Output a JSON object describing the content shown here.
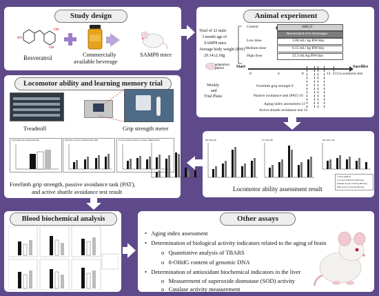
{
  "study_design": {
    "title": "Study design",
    "resveratrol_label": "Resveratrol",
    "beverage_label_1": "Commercially",
    "beverage_label_2": "available beverage",
    "mice_label": "SAMP8 mice"
  },
  "animal_design": {
    "title": "Animal experiment design",
    "total_1": "Total of 32 male",
    "total_2": "3 month age of",
    "total_3": "SAMP8 mice",
    "total_4": "Average body weight (BW)",
    "total_5": "29.14±2.18g",
    "groups": [
      {
        "name": "Control",
        "dose": "ddH₂O"
      },
      {
        "name": "",
        "dose": "Resveratrol-rich beverages"
      },
      {
        "name": "Low dose",
        "dose": "3.08 mL/ kg BW/day"
      },
      {
        "name": "Medium dose",
        "dose": "6.15 mL/ kg BW/day"
      },
      {
        "name": "High dose",
        "dose": "12.3 mL/kg BW/day"
      }
    ],
    "adaptation": "adaptation period",
    "start": "Start",
    "sacrifice": "Sacrifice",
    "ticks": [
      "0",
      "4",
      "8",
      "12"
    ],
    "locomotor_test": "13 Locomotor test",
    "weekly_1": "Weekly",
    "weekly_2": "and",
    "weekly_3": "Trial Plans",
    "events": [
      "Forelimb grip strength 8",
      "Passive avoidance task (PAT) 10",
      "Aging index assessment 11",
      "Active shuttle avoidance test 12"
    ]
  },
  "locomotor": {
    "title": "Locomotor ability and learning memory trial",
    "treadmill": "Treadmill",
    "grip": "Grip strength meter",
    "caption_1": "Forelimb grip strength, passive avoidance task (PAT),",
    "caption_2": "and active shuttle avoidance test result",
    "chart_a": "(A) Forelimb grip strength (Week 8th)",
    "chart_b": "(B) Passive avoidance task (PAT) (Week 10th)",
    "chart_c": "(C) Active shuttle avoidance test (Week 12th)"
  },
  "assessment": {
    "caption": "Locomotor ability assessment result",
    "chart_a": "(A) Week 0",
    "chart_b": "(B) Week 4th",
    "chart_c": "(C) Week 8th",
    "chart_d": "(D) Week 13th",
    "legend": [
      "Control (ddH₂O)",
      "Low dose (3.08 mL/kg BW/day)",
      "Medium dose (6.15 mL/kg BW/day)",
      "High dose (12.3 mL/kg BW/day)"
    ]
  },
  "blood": {
    "title": "Blood biochemical analysis"
  },
  "other": {
    "title": "Other assays",
    "items": [
      "Aging index assessment",
      "Determination of biological activity indicators related to the aging of brain",
      "Quantitative analysis of TBARS",
      "8-OHdG content of genomic DNA",
      "Determination of  antioxidant biochemical indicators in the liver",
      "Measurement of superoxide dismutase (SOD) activity",
      "Catalase activity measurement"
    ]
  },
  "colors": {
    "background": "#5e4a8a",
    "panel": "#ffffff",
    "pill": "#eeeeee",
    "bars": "#111111",
    "bars_light": "#bbbbbb"
  }
}
